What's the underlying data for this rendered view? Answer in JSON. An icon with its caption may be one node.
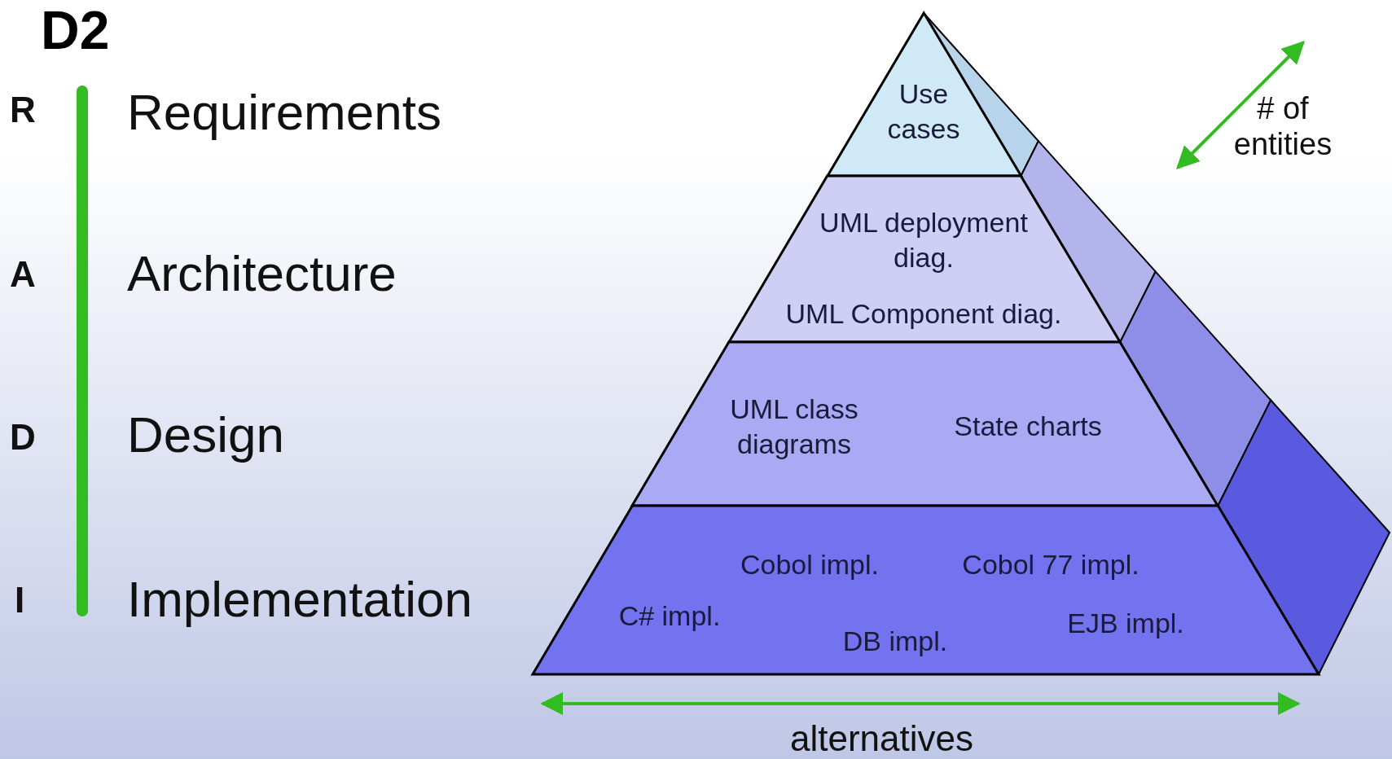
{
  "diagram": {
    "title": "D2",
    "nodes": [
      {
        "text": [
          "Use cases"
        ]
      },
      {
        "text": [
          "UML deployment diag.",
          "UML Component diag."
        ]
      },
      {
        "text": [
          "UML class diagrams",
          "State charts"
        ]
      },
      {
        "text": [
          "Cobol impl.",
          "Cobol 77 impl.",
          "C# impl.",
          "DB impl.",
          "EJB impl."
        ]
      }
    ],
    "labels": [
      "R",
      "Requirements",
      "A",
      "Architecture",
      "D",
      "Design",
      "I",
      "Implementation",
      "# of entities",
      "alternatives"
    ]
  }
}
